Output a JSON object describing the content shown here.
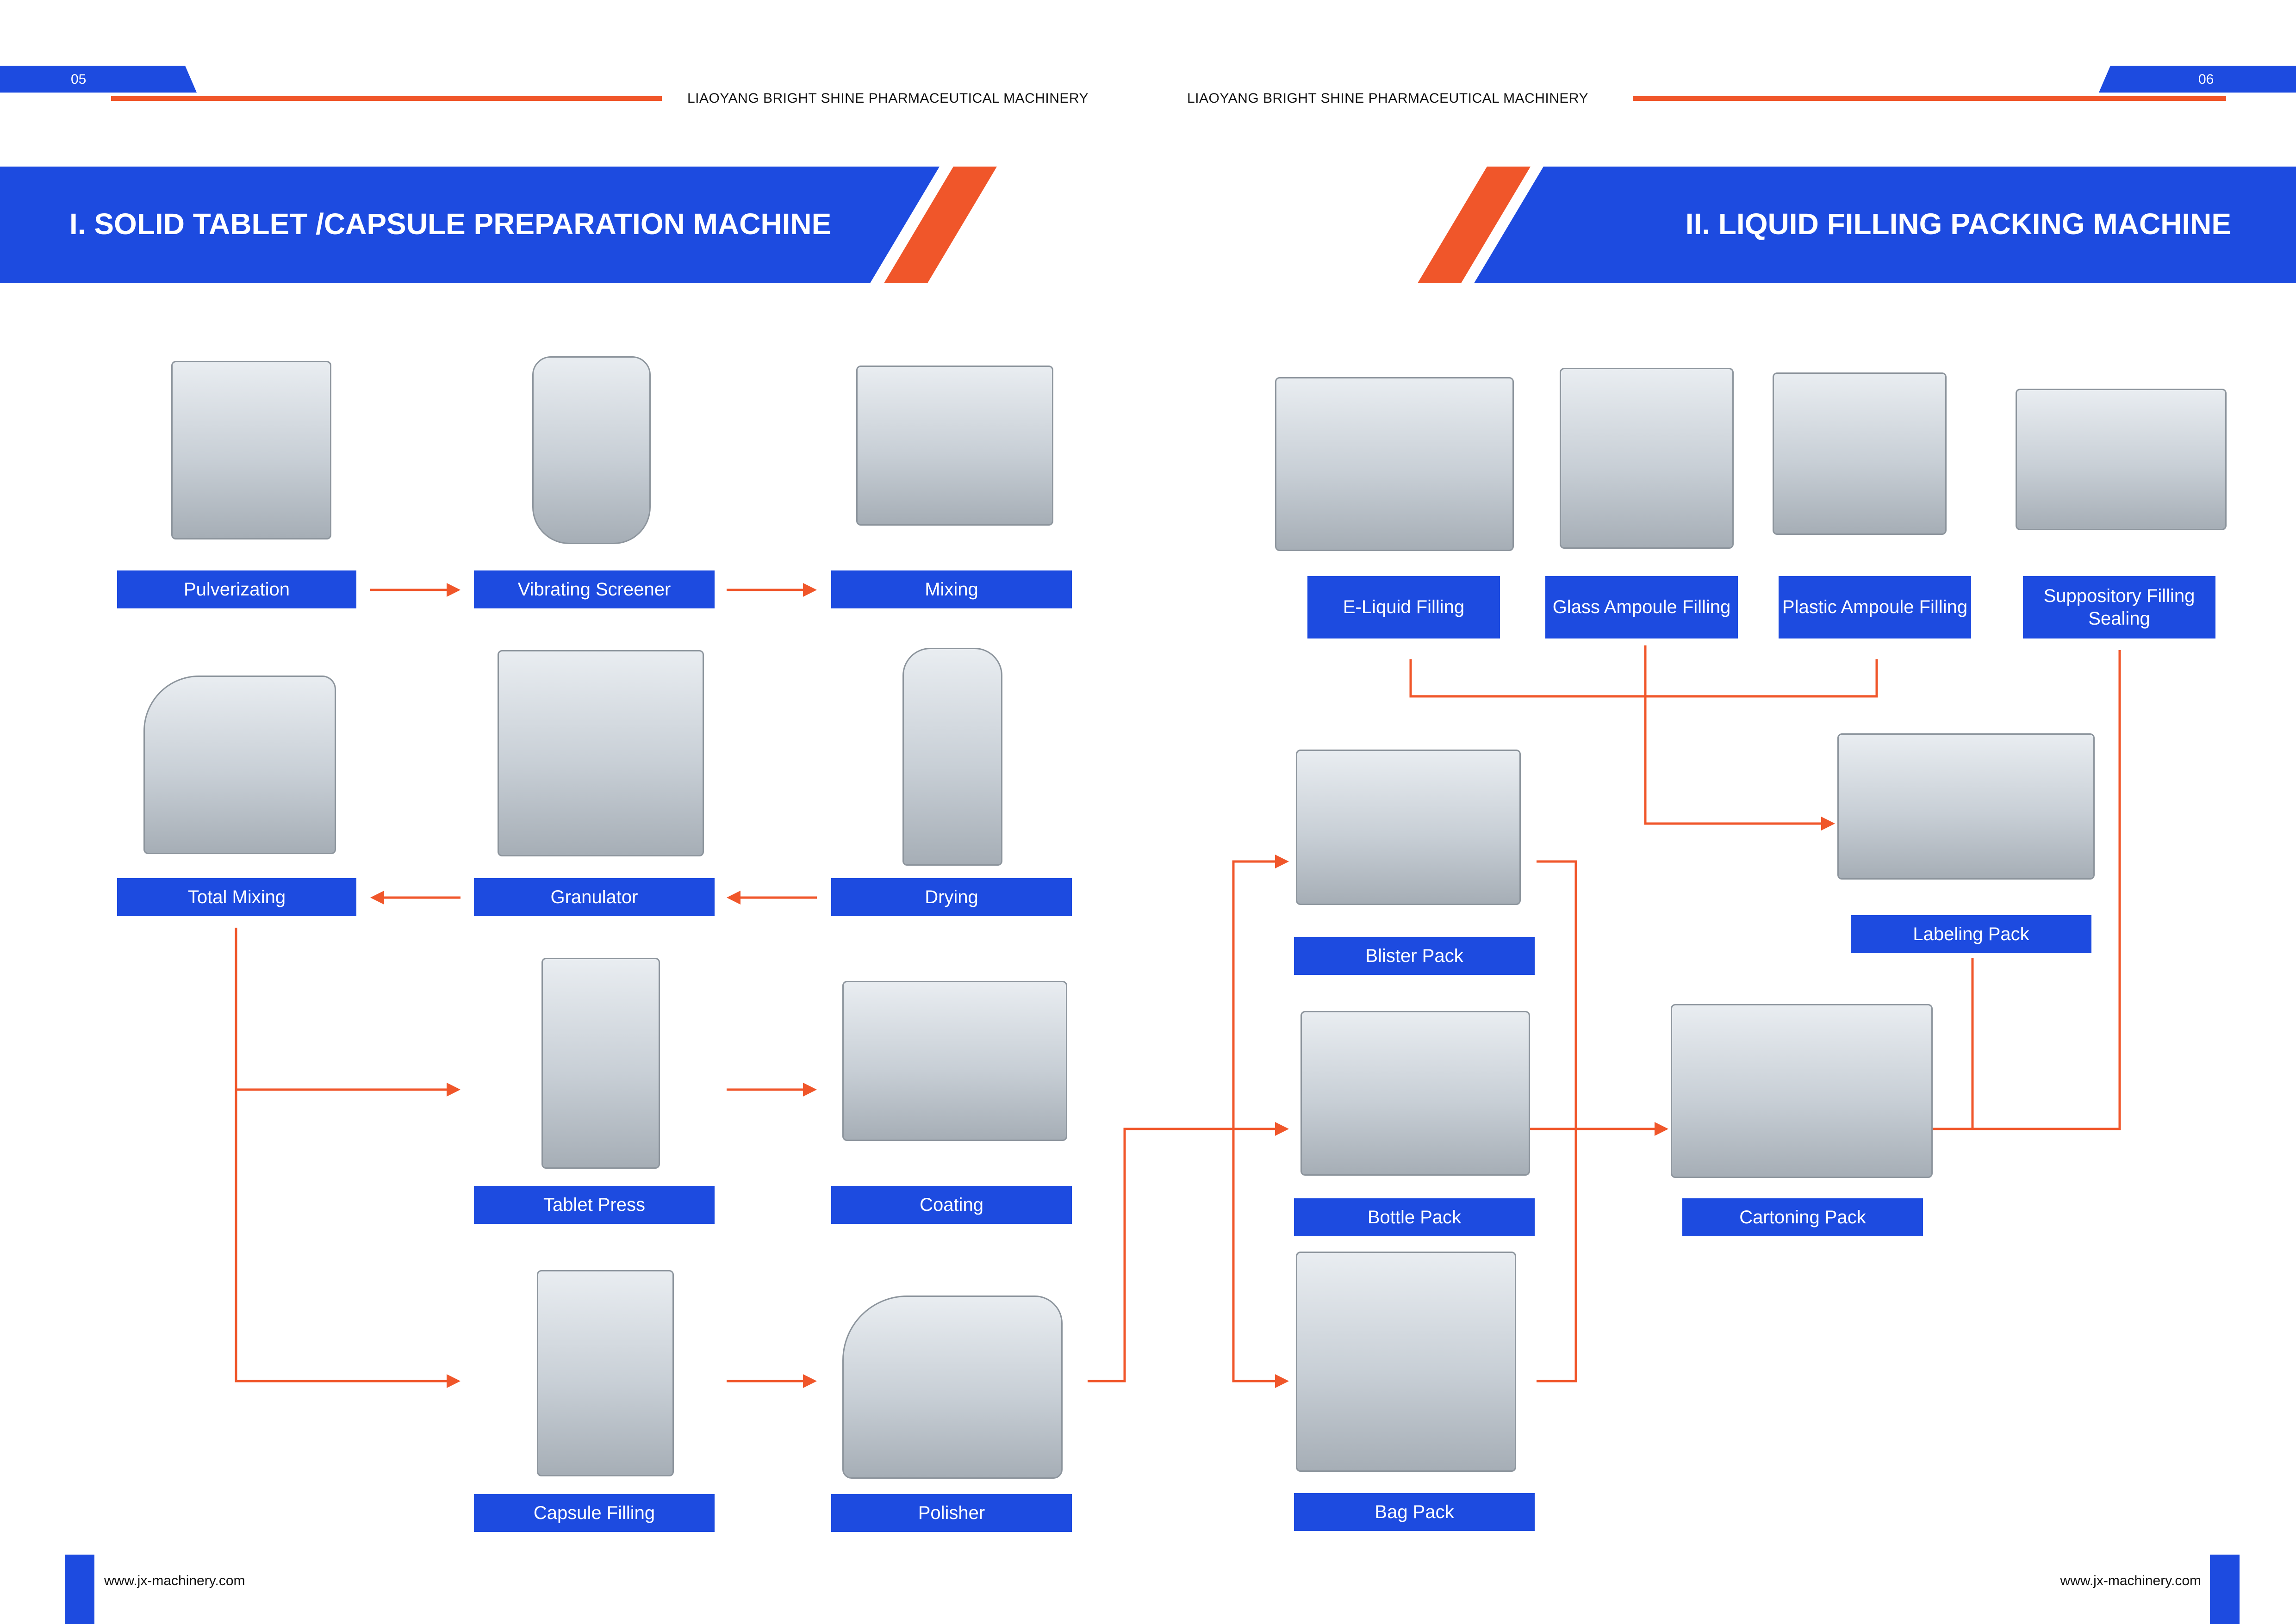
{
  "header": {
    "left_page": "05",
    "right_page": "06",
    "left_company": "LIAOYANG BRIGHT SHINE PHARMACEUTICAL MACHINERY",
    "right_company": "LIAOYANG BRIGHT SHINE PHARMACEUTICAL MACHINERY"
  },
  "sections": {
    "left_title": "I. SOLID TABLET /CAPSULE PREPARATION MACHINE",
    "right_title": "II. LIQUID FILLING PACKING MACHINE"
  },
  "solid_steps": {
    "pulverization": "Pulverization",
    "vibrating_screener": "Vibrating Screener",
    "mixing": "Mixing",
    "total_mixing": "Total Mixing",
    "granulator": "Granulator",
    "drying": "Drying",
    "tablet_press": "Tablet Press",
    "coating": "Coating",
    "capsule_filling": "Capsule Filling",
    "polisher": "Polisher"
  },
  "liquid_steps": {
    "eliquid_filling": "E-Liquid Filling",
    "glass_ampoule_filling": "Glass Ampoule Filling",
    "plastic_ampoule_filling": "Plastic Ampoule Filling",
    "suppository_filling_sealing": "Suppository Filling Sealing",
    "blister_pack": "Blister Pack",
    "labeling_pack": "Labeling Pack",
    "bottle_pack": "Bottle Pack",
    "cartoning_pack": "Cartoning Pack",
    "bag_pack": "Bag Pack"
  },
  "footer": {
    "left_url": "www.jx-machinery.com",
    "right_url": "www.jx-machinery.com"
  },
  "colors": {
    "brand_blue": "#1d4be0",
    "accent_orange": "#f0562a"
  }
}
